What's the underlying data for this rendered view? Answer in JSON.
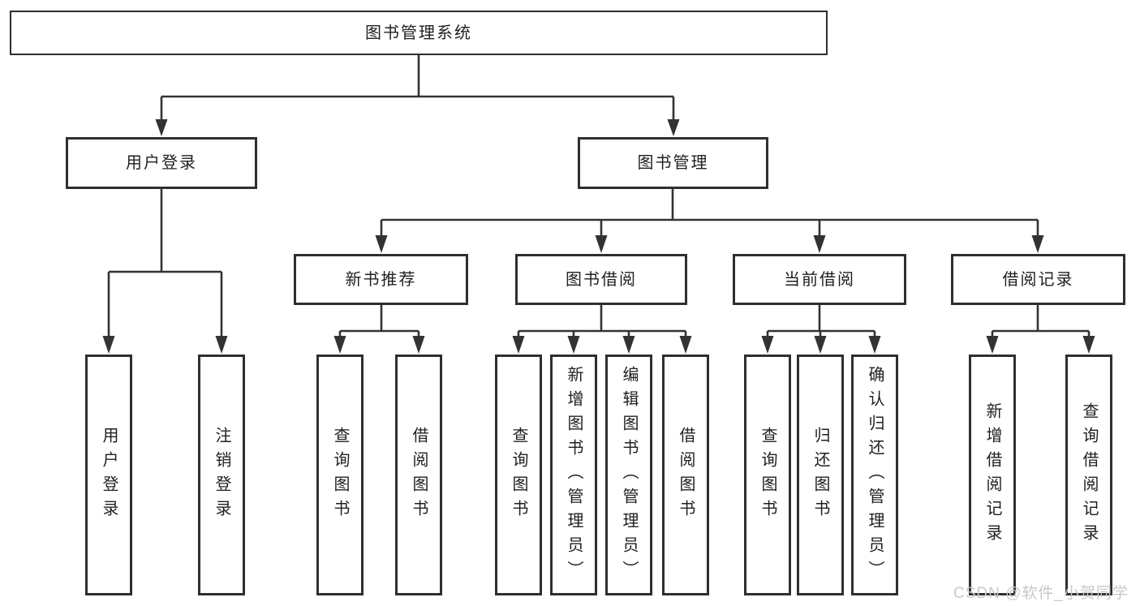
{
  "diagram": {
    "root": {
      "label": "图书管理系统"
    },
    "branches": [
      {
        "label": "用户登录",
        "children": [
          {
            "label": "用户登录"
          },
          {
            "label": "注销登录"
          }
        ]
      },
      {
        "label": "图书管理",
        "children": [
          {
            "label": "新书推荐",
            "children": [
              {
                "label": "查询图书"
              },
              {
                "label": "借阅图书"
              }
            ]
          },
          {
            "label": "图书借阅",
            "children": [
              {
                "label": "查询图书"
              },
              {
                "label": "新增图书（管理员）"
              },
              {
                "label": "编辑图书（管理员）"
              },
              {
                "label": "借阅图书"
              }
            ]
          },
          {
            "label": "当前借阅",
            "children": [
              {
                "label": "查询图书"
              },
              {
                "label": "归还图书"
              },
              {
                "label": "确认归还（管理员）"
              }
            ]
          },
          {
            "label": "借阅记录",
            "children": [
              {
                "label": "新增借阅记录"
              },
              {
                "label": "查询借阅记录"
              }
            ]
          }
        ]
      }
    ]
  },
  "watermark": {
    "label": "CSDN @软件_小贺同学"
  },
  "colors": {
    "line": "#333333",
    "box_border": "#2f2f2f",
    "text": "#1f1f1f",
    "background": "#ffffff",
    "watermark": "#c8c8c8"
  }
}
